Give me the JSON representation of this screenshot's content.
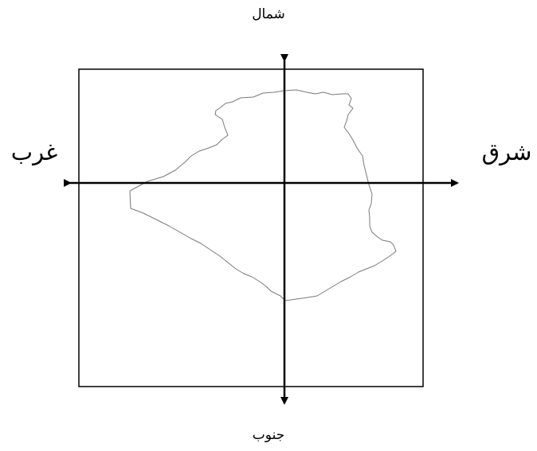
{
  "directions": {
    "north": "شمال",
    "south": "جنوب",
    "east": "شرق",
    "west": "غرب"
  },
  "colors": {
    "background": "#ffffff",
    "lines": "#000000",
    "map_outline": "#7a7a7a"
  }
}
